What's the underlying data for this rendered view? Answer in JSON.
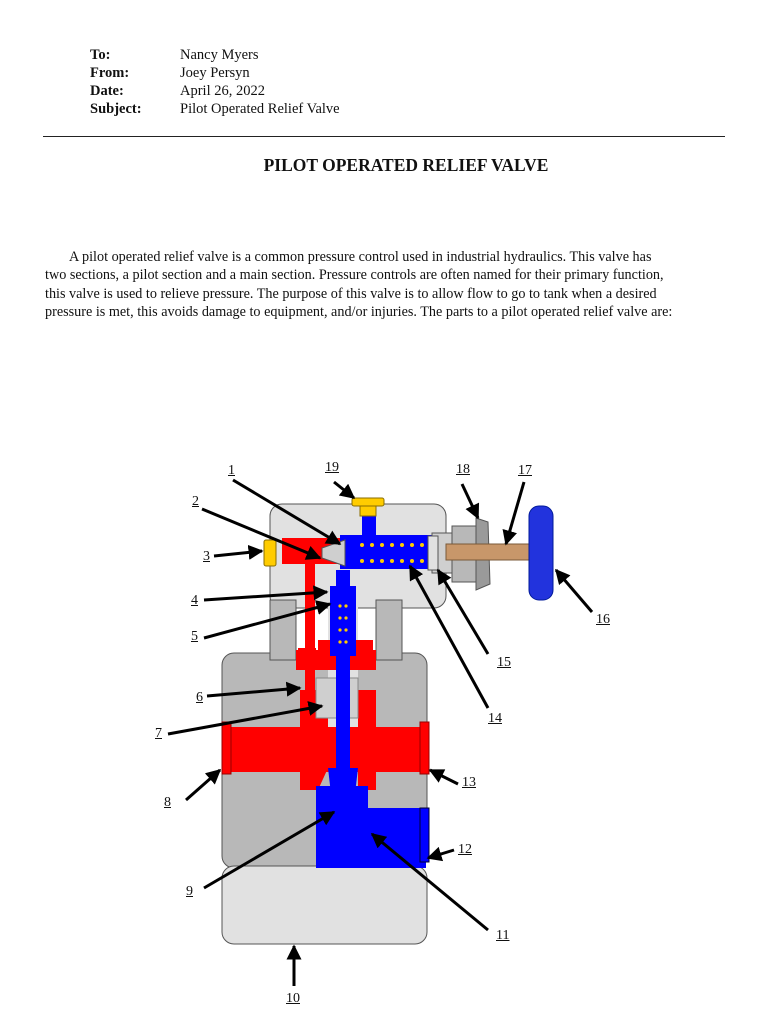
{
  "memo": {
    "to_label": "To:",
    "to_value": "Nancy Myers",
    "from_label": "From:",
    "from_value": "Joey Persyn",
    "date_label": "Date:",
    "date_value": "April 26, 2022",
    "subject_label": "Subject:",
    "subject_value": "Pilot Operated Relief Valve"
  },
  "title": "PILOT OPERATED RELIEF VALVE",
  "paragraph_lines": [
    "A pilot operated relief valve is a common pressure control used in industrial hydraulics. This valve has",
    "two sections, a pilot section and a main section.  Pressure controls are often named for their primary function,",
    "this valve is used to relieve pressure. The purpose of this valve is to allow flow to go to tank when a desired",
    "pressure is met, this avoids damage to equipment, and/or injuries. The parts to a pilot operated relief valve are:"
  ],
  "diagram": {
    "callouts": [
      "1",
      "2",
      "3",
      "4",
      "5",
      "6",
      "7",
      "8",
      "9",
      "10",
      "11",
      "12",
      "13",
      "14",
      "15",
      "16",
      "17",
      "18",
      "19"
    ],
    "colors": {
      "body_dark": "#b8b8b8",
      "body_light": "#e1e1e1",
      "pressure": "#ff0000",
      "tank": "#0000ff",
      "plug": "#ffcc00",
      "knob": "#2233dd",
      "stem": "#c8976a"
    }
  }
}
